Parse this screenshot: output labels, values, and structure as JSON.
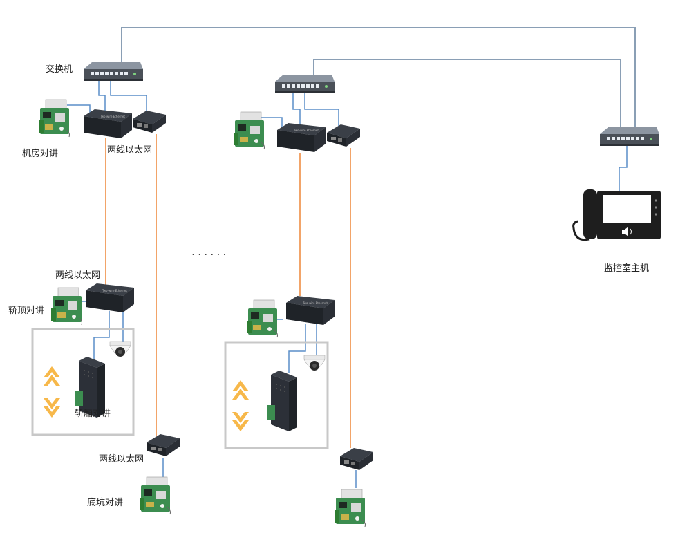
{
  "labels": {
    "switch": "交换机",
    "machine_room_intercom": "机房对讲",
    "two_wire_ethernet_1": "两线以太网",
    "two_wire_ethernet_2": "两线以太网",
    "car_top_intercom": "轿顶对讲",
    "car_intercom": "轿厢对讲",
    "two_wire_ethernet_3": "两线以太网",
    "pit_intercom": "底坑对讲",
    "monitor_host": "监控室主机",
    "ellipsis": "......"
  },
  "colors": {
    "ethernet_cable": "#5a8ec8",
    "trunk_cable": "#8a9fb5",
    "two_wire_cable": "#f2a469",
    "car_frame": "#c8c8c8",
    "arrow": "#f7b84a",
    "device_body": "#2b2f36",
    "pcb": "#3c8d50"
  },
  "icons": [
    "network-switch-icon",
    "pcb-board-icon",
    "two-wire-converter-icon",
    "dome-camera-icon",
    "speaker-box-icon",
    "up-arrow-icon",
    "down-arrow-icon",
    "monitor-phone-icon"
  ]
}
